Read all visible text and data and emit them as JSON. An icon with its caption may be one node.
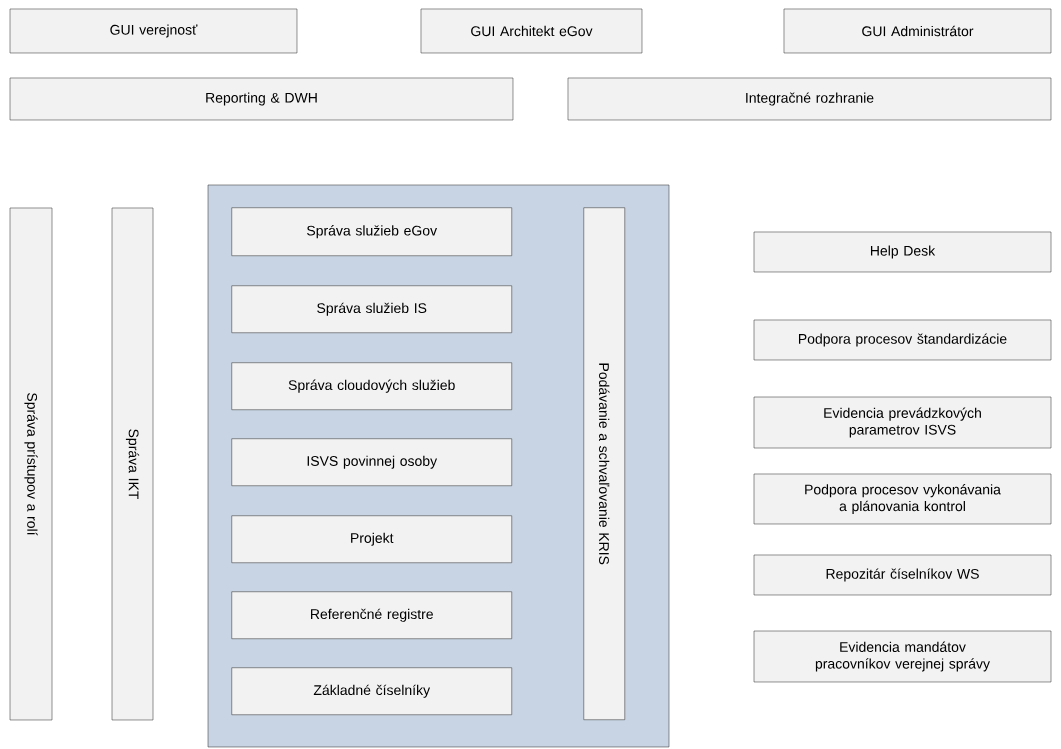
{
  "diagram": {
    "nodes": [
      {
        "text": [
          "GUI verejnosť"
        ]
      },
      {
        "text": [
          "GUI Architekt eGov"
        ]
      },
      {
        "text": [
          "GUI Administrátor"
        ]
      },
      {
        "text": [
          "Reporting & DWH"
        ]
      },
      {
        "text": [
          "Integračné rozhranie"
        ]
      },
      {
        "text": [
          "Správa prístupov a rolí"
        ]
      },
      {
        "text": [
          "Správa IKT"
        ]
      },
      {
        "text": [],
        "shape": "box"
      },
      {
        "text": [
          "Správa služieb eGov"
        ],
        "in": 7
      },
      {
        "text": [
          "Správa služieb IS"
        ],
        "in": 7
      },
      {
        "text": [
          "Správa cloudových služieb"
        ],
        "in": 7
      },
      {
        "text": [
          "ISVS povinnej osoby"
        ],
        "in": 7
      },
      {
        "text": [
          "Projekt"
        ],
        "in": 7
      },
      {
        "text": [
          "Referenčné registre"
        ],
        "in": 7
      },
      {
        "text": [
          "Základné číselníky"
        ],
        "in": 7
      },
      {
        "text": [
          "Podávanie a schvaľovanie KRIS"
        ],
        "in": 7
      },
      {
        "text": [
          "Help Desk"
        ]
      },
      {
        "text": [
          "Podpora procesov štandardizácie"
        ]
      },
      {
        "text": [
          "Evidencia prevádzkových parametrov ISVS"
        ]
      },
      {
        "text": [
          "Podpora procesov vykonávania a plánovania kontrol"
        ]
      },
      {
        "text": [
          "Repozitár číselníkov WS"
        ]
      },
      {
        "text": [
          "Evidencia mandátov pracovníkov verejnej správy"
        ]
      }
    ]
  }
}
